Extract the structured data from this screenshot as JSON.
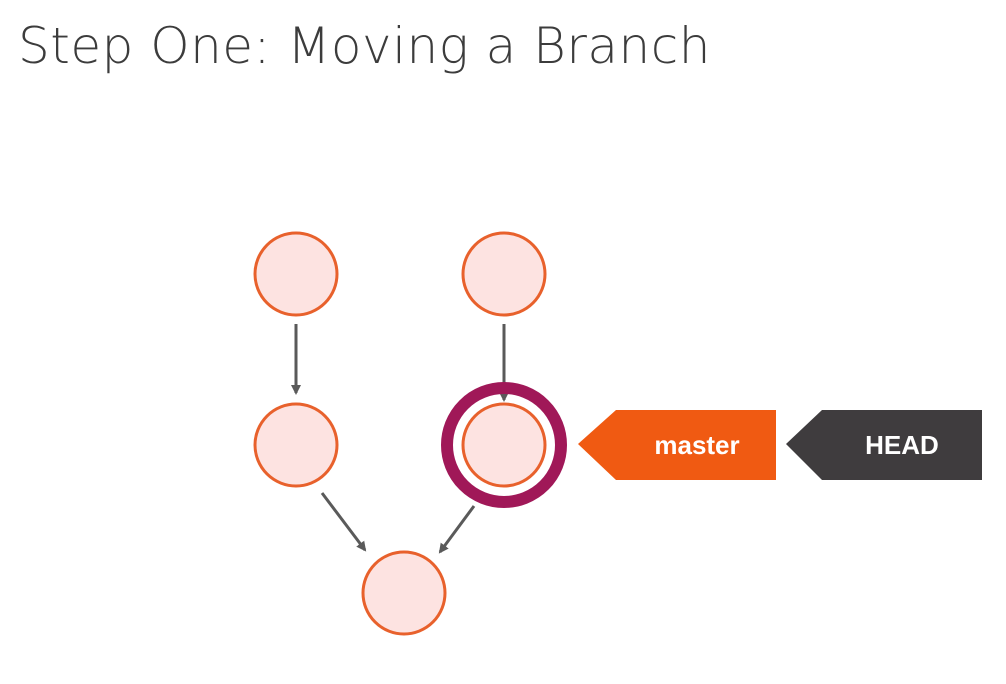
{
  "slide": {
    "title": "Step One: Moving a Branch"
  },
  "graph": {
    "commits": [
      "c1",
      "c2",
      "c3",
      "c4",
      "c5"
    ],
    "edges": [
      {
        "from": "c1",
        "to": "c3"
      },
      {
        "from": "c2",
        "to": "c4"
      },
      {
        "from": "c3",
        "to": "c5"
      },
      {
        "from": "c4",
        "to": "c5"
      }
    ],
    "highlighted_commit": "c4"
  },
  "refs": {
    "branch": {
      "label": "master",
      "points_to": "c4",
      "color": "#f05a12"
    },
    "head": {
      "label": "HEAD",
      "points_to": "master",
      "color": "#3f3c3e"
    }
  },
  "colors": {
    "commit_fill": "#fde3e1",
    "commit_stroke": "#e8612c",
    "arrow": "#5a5a5a",
    "highlight_ring": "#a01858"
  }
}
